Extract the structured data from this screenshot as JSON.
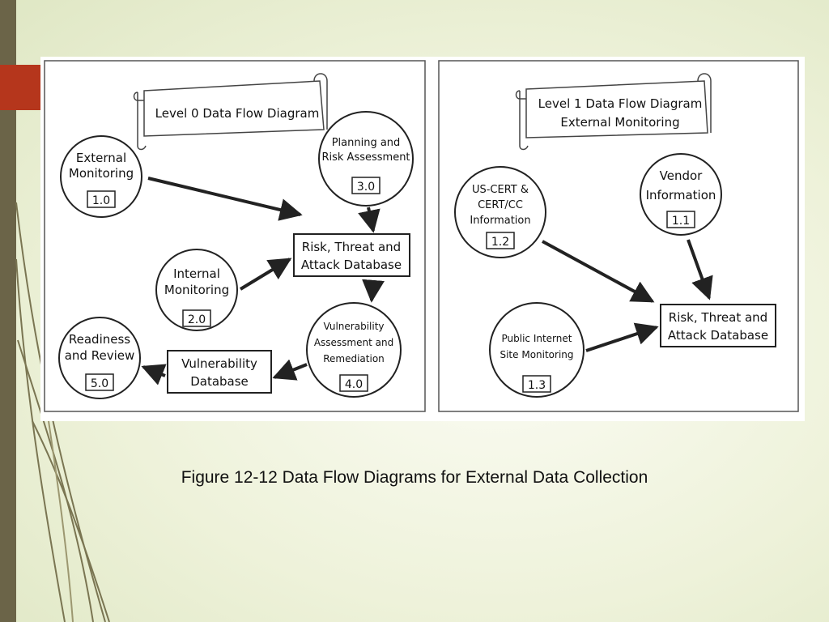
{
  "colors": {
    "sidebar": "#6b6448",
    "accent": "#b5361c",
    "line": "#222222"
  },
  "caption": "Figure 12-12 Data Flow Diagrams for External Data Collection",
  "level0": {
    "banner": [
      "Level 0 Data Flow Diagram"
    ],
    "external_monitoring": {
      "label": [
        "External",
        "Monitoring"
      ],
      "id": "1.0"
    },
    "internal_monitoring": {
      "label": [
        "Internal",
        "Monitoring"
      ],
      "id": "2.0"
    },
    "planning": {
      "label": [
        "Planning and",
        "Risk Assessment"
      ],
      "id": "3.0"
    },
    "vulnerability_assessment": {
      "label": [
        "Vulnerability",
        "Assessment and",
        "Remediation"
      ],
      "id": "4.0"
    },
    "readiness": {
      "label": [
        "Readiness",
        "and Review"
      ],
      "id": "5.0"
    },
    "risk_db": [
      "Risk, Threat and",
      "Attack Database"
    ],
    "vuln_db": [
      "Vulnerability",
      "Database"
    ]
  },
  "level1": {
    "banner": [
      "Level 1 Data Flow Diagram",
      "External Monitoring"
    ],
    "vendor": {
      "label": [
        "Vendor",
        "Information"
      ],
      "id": "1.1"
    },
    "uscert": {
      "label": [
        "US-CERT &",
        "CERT/CC",
        "Information"
      ],
      "id": "1.2"
    },
    "public": {
      "label": [
        "Public Internet",
        "Site Monitoring"
      ],
      "id": "1.3"
    },
    "risk_db": [
      "Risk, Threat and",
      "Attack Database"
    ]
  }
}
